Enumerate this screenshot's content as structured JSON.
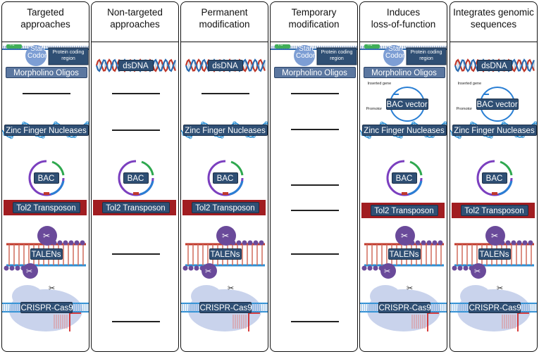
{
  "colors": {
    "label_fill": "#2f4f74",
    "label_light": "#5b77a0",
    "helix_red": "#c0392b",
    "helix_blue": "#2c6cb0",
    "transposon": "#a11d21",
    "bac_purple": "#7b3fbf",
    "bac_green": "#2fa84f",
    "bac_blue": "#2a7fd4",
    "talen_purple": "#6a4a9a",
    "crispr_bg": "#c9d3ec",
    "start_codon": "#6f93cf"
  },
  "labels": {
    "start_codon": "Start\nCodon",
    "protein_coding": "Protein coding\nregion",
    "h1": "H1",
    "inserted_gene": "Inserted gene",
    "promotor": "Promotor"
  },
  "columns": [
    {
      "title": "Targeted approaches",
      "rows": [
        {
          "type": "morpholino",
          "label": "Morpholino Oligos"
        },
        {
          "type": "blank"
        },
        {
          "type": "zfn",
          "label": "Zinc Finger Nucleases"
        },
        {
          "type": "bac",
          "label": "BAC"
        },
        {
          "type": "tol2",
          "label": "Tol2 Transposon"
        },
        {
          "type": "talen",
          "label": "TALENs"
        },
        {
          "type": "crispr",
          "label": "CRISPR-Cas9"
        }
      ]
    },
    {
      "title": "Non-targeted\napproaches",
      "rows": [
        {
          "type": "dsdna",
          "label": "dsDNA"
        },
        {
          "type": "blank"
        },
        {
          "type": "blank"
        },
        {
          "type": "bac",
          "label": "BAC"
        },
        {
          "type": "tol2",
          "label": "Tol2 Transposon"
        },
        {
          "type": "blank"
        },
        {
          "type": "blank"
        }
      ]
    },
    {
      "title": "Permanent\nmodification",
      "rows": [
        {
          "type": "dsdna",
          "label": "dsDNA"
        },
        {
          "type": "blank"
        },
        {
          "type": "zfn",
          "label": "Zinc Finger Nucleases"
        },
        {
          "type": "bac",
          "label": "BAC"
        },
        {
          "type": "tol2",
          "label": "Tol2 Transposon"
        },
        {
          "type": "talen",
          "label": "TALENs"
        },
        {
          "type": "crispr",
          "label": "CRISPR-Cas9"
        }
      ]
    },
    {
      "title": "Temporary\nmodification",
      "rows": [
        {
          "type": "morpholino",
          "label": "Morpholino Oligos"
        },
        {
          "type": "blank"
        },
        {
          "type": "blank"
        },
        {
          "type": "blank"
        },
        {
          "type": "blank"
        },
        {
          "type": "blank"
        },
        {
          "type": "blank"
        }
      ]
    },
    {
      "title": "Induces\nloss-of-function",
      "rows": [
        {
          "type": "morpholino",
          "label": "Morpholino Oligos"
        },
        {
          "type": "bacvector",
          "label": "BAC vector"
        },
        {
          "type": "zfn",
          "label": "Zinc Finger Nucleases"
        },
        {
          "type": "bac",
          "label": "BAC"
        },
        {
          "type": "tol2",
          "label": "Tol2 Transposon"
        },
        {
          "type": "talen",
          "label": "TALENs"
        },
        {
          "type": "crispr",
          "label": "CRISPR-Cas9"
        }
      ]
    },
    {
      "title": "Integrates genomic\nsequences",
      "rows": [
        {
          "type": "dsdna",
          "label": "dsDNA"
        },
        {
          "type": "bacvector",
          "label": "BAC vector"
        },
        {
          "type": "zfn",
          "label": "Zinc Finger Nucleases"
        },
        {
          "type": "bac",
          "label": "BAC"
        },
        {
          "type": "tol2",
          "label": "Tol2 Transposon"
        },
        {
          "type": "talen",
          "label": "TALENs"
        },
        {
          "type": "crispr",
          "label": "CRISPR-Cas9"
        }
      ]
    }
  ]
}
